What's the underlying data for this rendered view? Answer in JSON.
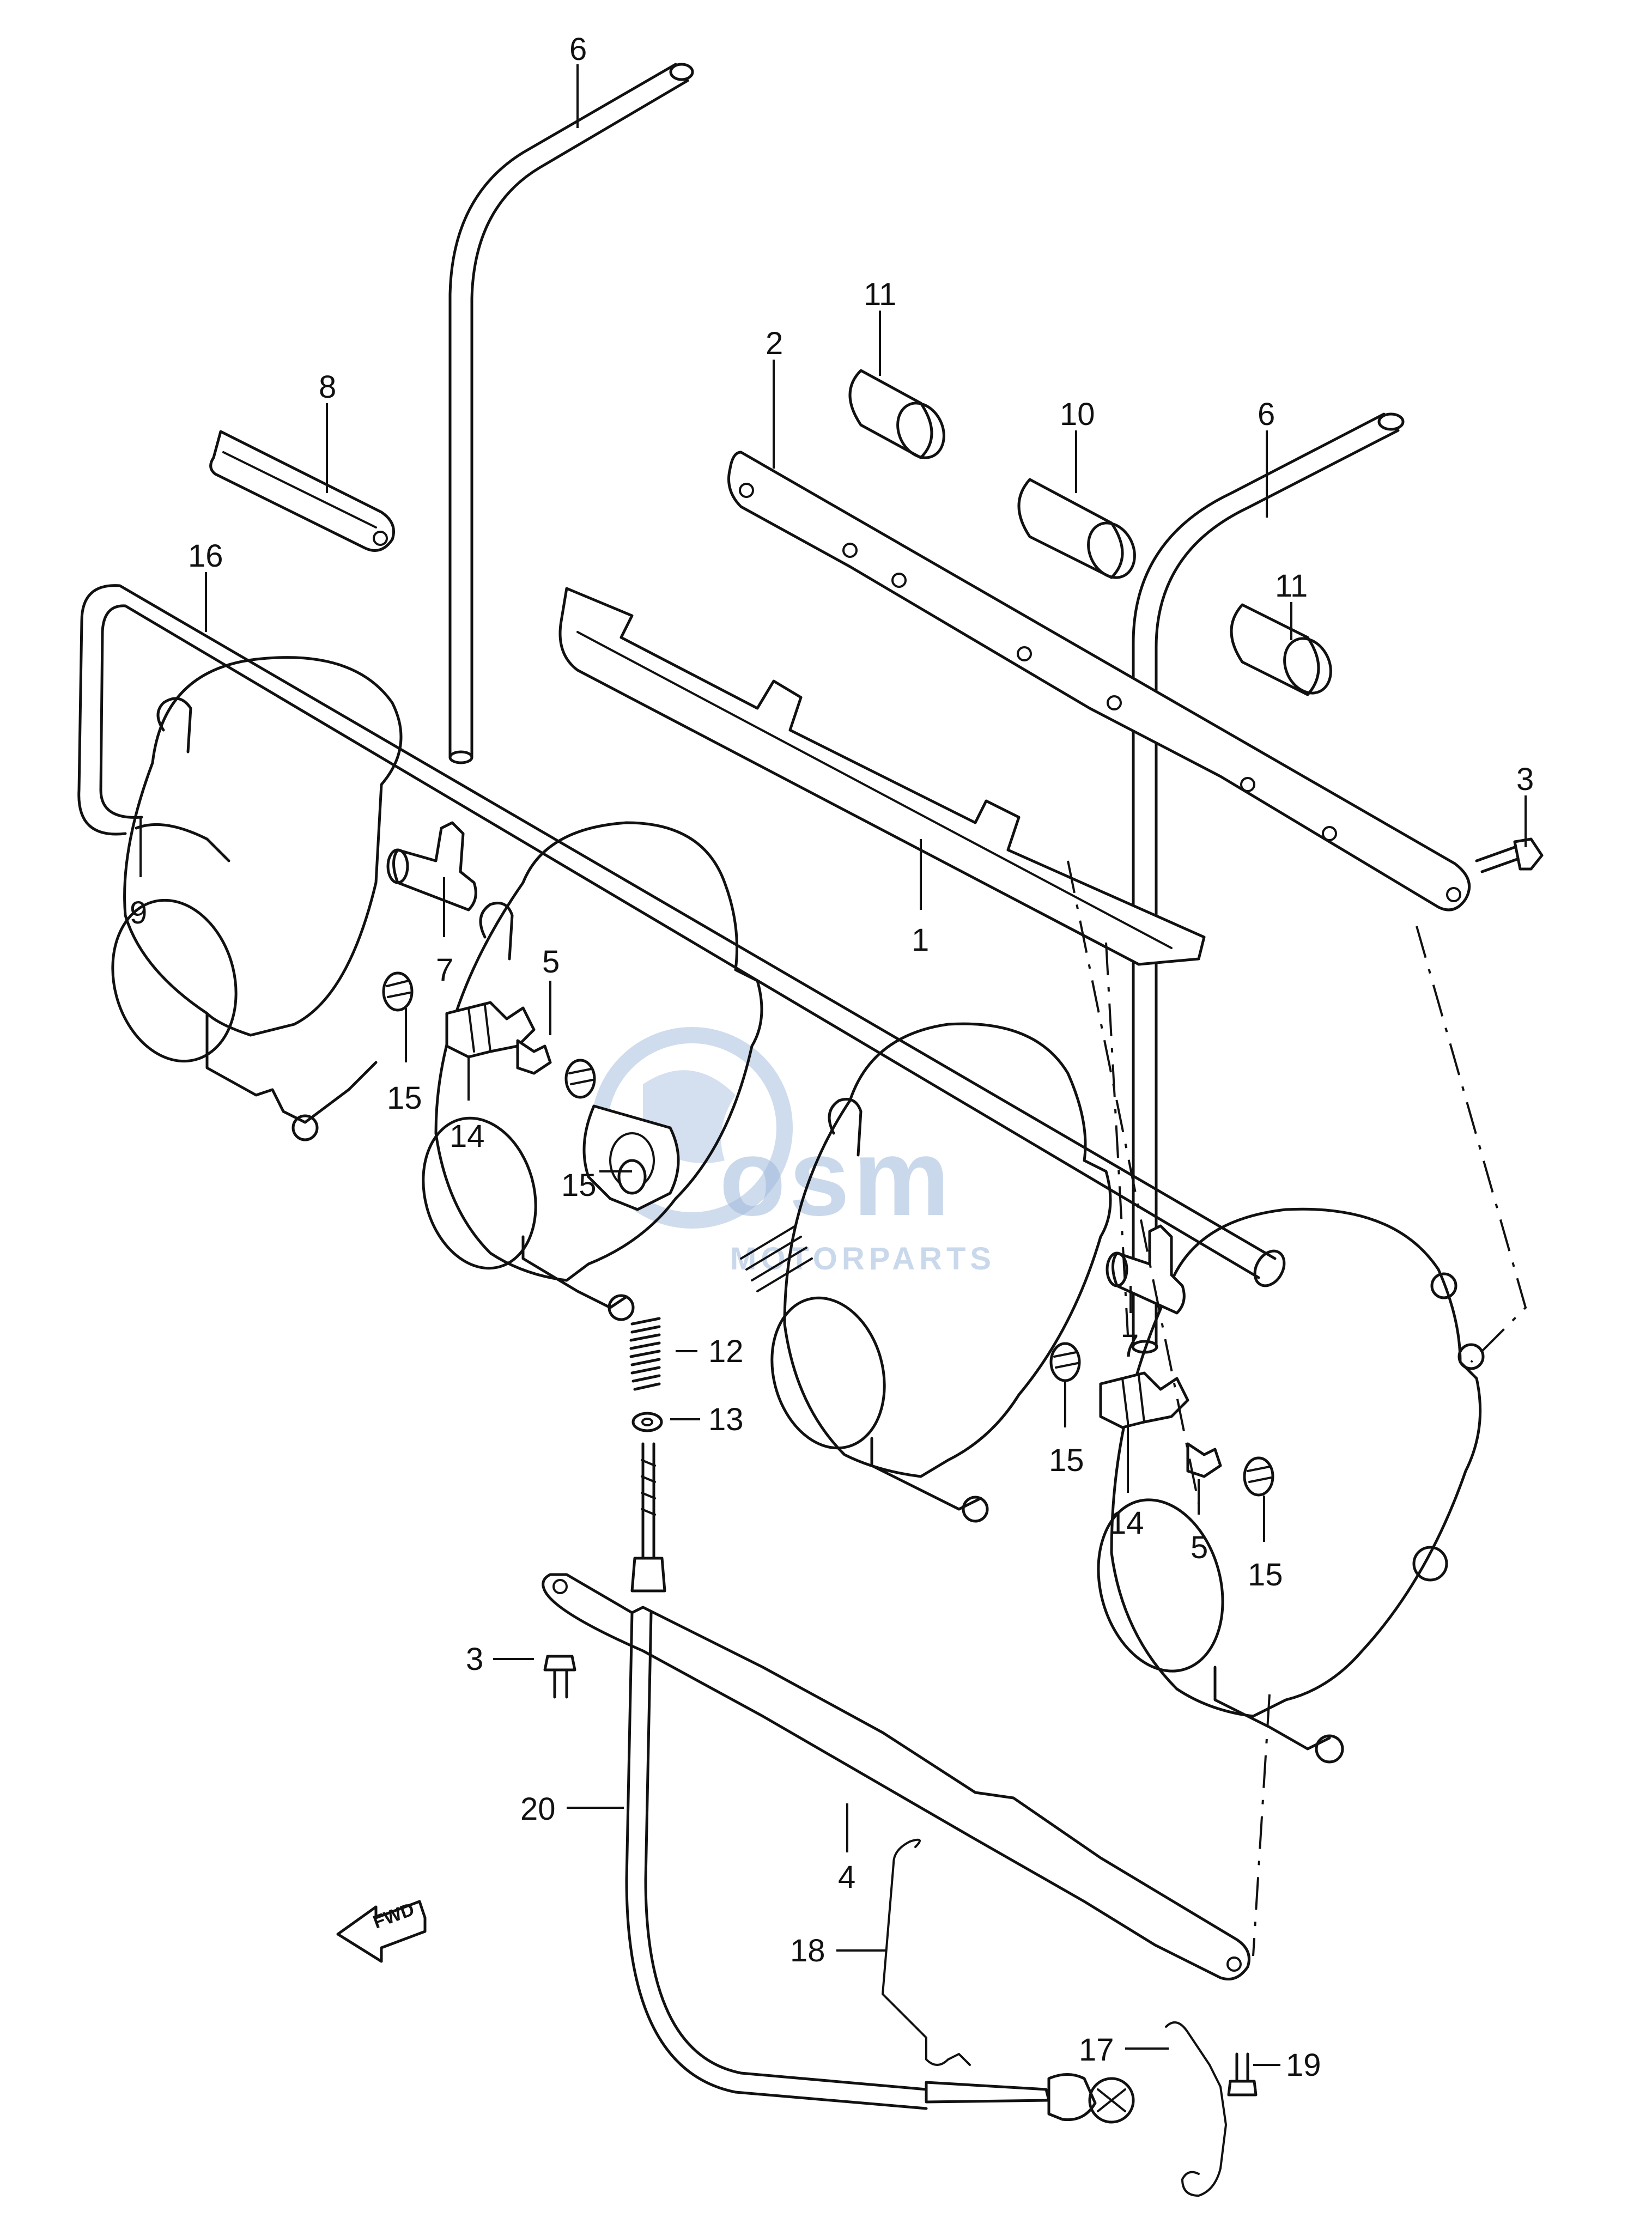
{
  "callouts": [
    {
      "id": "c6a",
      "label": "6"
    },
    {
      "id": "c8",
      "label": "8"
    },
    {
      "id": "c16",
      "label": "16"
    },
    {
      "id": "c9",
      "label": "9"
    },
    {
      "id": "c7a",
      "label": "7"
    },
    {
      "id": "c5a",
      "label": "5"
    },
    {
      "id": "c15a",
      "label": "15"
    },
    {
      "id": "c14a",
      "label": "14"
    },
    {
      "id": "c15b",
      "label": "15"
    },
    {
      "id": "c11a",
      "label": "11"
    },
    {
      "id": "c2",
      "label": "2"
    },
    {
      "id": "c10",
      "label": "10"
    },
    {
      "id": "c6b",
      "label": "6"
    },
    {
      "id": "c11b",
      "label": "11"
    },
    {
      "id": "c3a",
      "label": "3"
    },
    {
      "id": "c1",
      "label": "1"
    },
    {
      "id": "c12",
      "label": "12"
    },
    {
      "id": "c13",
      "label": "13"
    },
    {
      "id": "c7b",
      "label": "7"
    },
    {
      "id": "c15c",
      "label": "15"
    },
    {
      "id": "c14b",
      "label": "14"
    },
    {
      "id": "c5b",
      "label": "5"
    },
    {
      "id": "c15d",
      "label": "15"
    },
    {
      "id": "c3b",
      "label": "3"
    },
    {
      "id": "c20",
      "label": "20"
    },
    {
      "id": "c4",
      "label": "4"
    },
    {
      "id": "c18",
      "label": "18"
    },
    {
      "id": "c17",
      "label": "17"
    },
    {
      "id": "c19",
      "label": "19"
    }
  ],
  "fwd_label": "FWD",
  "watermark": {
    "text": "osm",
    "subtext": "MOTORPARTS",
    "color": "#9fb9dc"
  }
}
